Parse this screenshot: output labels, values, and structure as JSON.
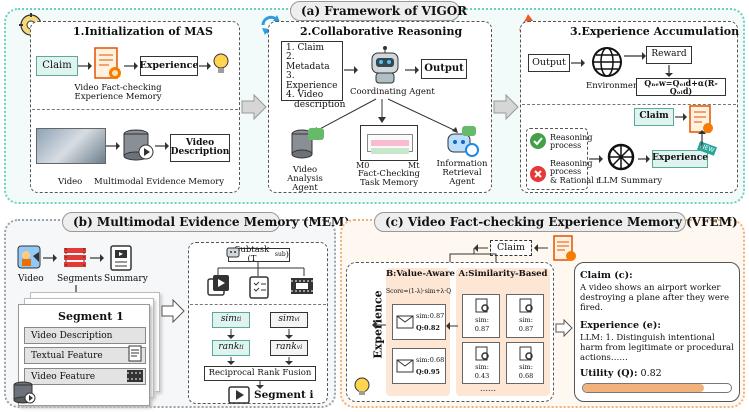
{
  "framework": {
    "title": "(a) Framework of VIGOR",
    "init": {
      "title": "1.Initialization of MAS",
      "claim": "Claim",
      "experience": "Experience",
      "vfem_label": "Video Fact-checking\nExperience Memory",
      "video": "Video",
      "mem_label": "Multimodal Evidence Memory",
      "video_description": "Video\nDescription"
    },
    "collab": {
      "title": "2.Collaborative Reasoning",
      "list": [
        "1. Claim",
        "2. Metadata",
        "3. Experience",
        "4. Video",
        "description"
      ],
      "output": "Output",
      "coordinating": "Coordinating Agent",
      "video_analysis": "Video Analysis\nAgent",
      "memory_label": "Fact-Checking\nTask Memory",
      "info_agent": "Information\nRetrieval\nAgent",
      "m0": "M0",
      "mt": "Mt"
    },
    "accum": {
      "title": "3.Experience Accumulation",
      "output": "Output",
      "reward": "Reward",
      "environment": "Environment",
      "formula": "Qₙₑw=Qₒₗd+α(R-Qₒₗd)",
      "claim": "Claim",
      "reasoning_process": "Reasoning\nprocess",
      "reasoning_rational": "Reasoning\nprocess\n& Rational r",
      "llm_summary": "LLM Summary",
      "experience": "Experience",
      "new_badge": "NEW"
    }
  },
  "mem": {
    "title": "(b) Multimodal Evidence Memory (MEM)",
    "video": "Video",
    "segments": "Segments",
    "summary": "Summary",
    "segment1": "Segment 1",
    "video_description": "Video Description",
    "textual_feature": "Textual Feature",
    "video_feature": "Video Feature",
    "subtask": "Subtask (T",
    "subtask_sub": "sub",
    "sim_t": "sim",
    "rank_t": "rank",
    "fusion": "Reciprocal Rank Fusion",
    "segment_i": "Segment i"
  },
  "vfem": {
    "title": "(c) Video Fact-checking Experience Memory (VFEM)",
    "claim": "Claim",
    "experience_vertical": "Experience",
    "value_aware": "B:Value-Aware",
    "similarity_based": "A:Similarity-Based",
    "score_formula": "Score=(1-λ)·sim+λ·Q",
    "cards_b": [
      {
        "sim": "sim:0.87",
        "q": "Q:0.82"
      },
      {
        "sim": "sim:0.68",
        "q": "Q:0.95"
      }
    ],
    "cards_a": [
      {
        "sim": "sim:",
        "val": "0.87"
      },
      {
        "sim": "sim:",
        "val": "0.87"
      },
      {
        "sim": "sim:",
        "val": "0.43"
      },
      {
        "sim": "sim:",
        "val": "0.68"
      }
    ],
    "ellipsis": "……",
    "detail": {
      "claim_label": "Claim (c):",
      "claim_text": "A video shows an airport worker destroying a plane after they were fired.",
      "exp_label": "Experience (e):",
      "exp_text": "LLM: 1. Distinguish intentional harm from legitimate or procedural actions……",
      "utility_label": "Utility (Q):",
      "utility_value": "0.82",
      "utility_fraction": 0.82
    }
  },
  "colors": {
    "teal": "#6ccfc2",
    "orange": "#f0b07a",
    "utility_bar": "#f2b27c"
  }
}
